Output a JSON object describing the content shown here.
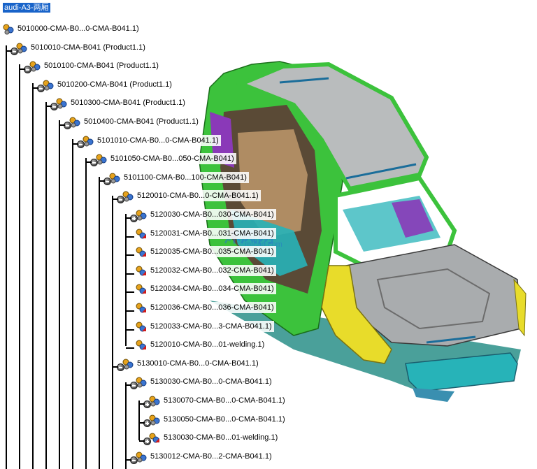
{
  "tree": {
    "root": "audi-A3-两厢",
    "nodes": [
      {
        "label": "5010000-CMA-B0...0-CMA-B041.1)",
        "type": "assembly",
        "toggle": "none"
      },
      {
        "label": "5010010-CMA-B041 (Product1.1)",
        "type": "assembly",
        "toggle": "minus"
      },
      {
        "label": "5010100-CMA-B041 (Product1.1)",
        "type": "assembly",
        "toggle": "minus"
      },
      {
        "label": "5010200-CMA-B041 (Product1.1)",
        "type": "assembly",
        "toggle": "minus"
      },
      {
        "label": "5010300-CMA-B041 (Product1.1)",
        "type": "assembly",
        "toggle": "minus"
      },
      {
        "label": "5010400-CMA-B041 (Product1.1)",
        "type": "assembly",
        "toggle": "minus"
      },
      {
        "label": "5101010-CMA-B0...0-CMA-B041.1)",
        "type": "assembly",
        "toggle": "minus"
      },
      {
        "label": "5101050-CMA-B0...050-CMA-B041)",
        "type": "assembly",
        "toggle": "minus"
      },
      {
        "label": "5101100-CMA-B0...100-CMA-B041)",
        "type": "assembly",
        "toggle": "minus"
      },
      {
        "label": "5120010-CMA-B0...0-CMA-B041.1)",
        "type": "assembly",
        "toggle": "minus"
      },
      {
        "label": "5120030-CMA-B0...030-CMA-B041)",
        "type": "assembly",
        "toggle": "plus"
      },
      {
        "label": "5120031-CMA-B0...031-CMA-B041)",
        "type": "part",
        "toggle": "none"
      },
      {
        "label": "5120035-CMA-B0...035-CMA-B041)",
        "type": "part",
        "toggle": "none"
      },
      {
        "label": "5120032-CMA-B0...032-CMA-B041)",
        "type": "part",
        "toggle": "none"
      },
      {
        "label": "5120034-CMA-B0...034-CMA-B041)",
        "type": "part",
        "toggle": "none"
      },
      {
        "label": "5120036-CMA-B0...036-CMA-B041)",
        "type": "part",
        "toggle": "none"
      },
      {
        "label": "5120033-CMA-B0...3-CMA-B041.1)",
        "type": "part",
        "toggle": "none"
      },
      {
        "label": "5120010-CMA-B0...01-welding.1)",
        "type": "part",
        "toggle": "none"
      },
      {
        "label": "5130010-CMA-B0...0-CMA-B041.1)",
        "type": "assembly",
        "toggle": "minus"
      },
      {
        "label": "5130030-CMA-B0...0-CMA-B041.1)",
        "type": "assembly",
        "toggle": "minus"
      },
      {
        "label": "5130070-CMA-B0...0-CMA-B041.1)",
        "type": "assembly",
        "toggle": "plus"
      },
      {
        "label": "5130050-CMA-B0...0-CMA-B041.1)",
        "type": "assembly",
        "toggle": "plus"
      },
      {
        "label": "5130030-CMA-B0...01-welding.1)",
        "type": "part",
        "toggle": "plus"
      },
      {
        "label": "5130012-CMA-B0...2-CMA-B041.1)",
        "type": "assembly",
        "toggle": "minus"
      }
    ]
  },
  "watermark": {
    "text": "沐风网",
    "sub": "mfcad.com"
  },
  "colors": {
    "selection": "#1863c9",
    "body_green": "#3cc23c",
    "roof_gray": "#b9bcbd",
    "fender_yellow": "#e8dc2a",
    "inner_purple": "#8a39b8",
    "inner_cyan": "#27b3b8",
    "inner_tan": "#b89468"
  }
}
